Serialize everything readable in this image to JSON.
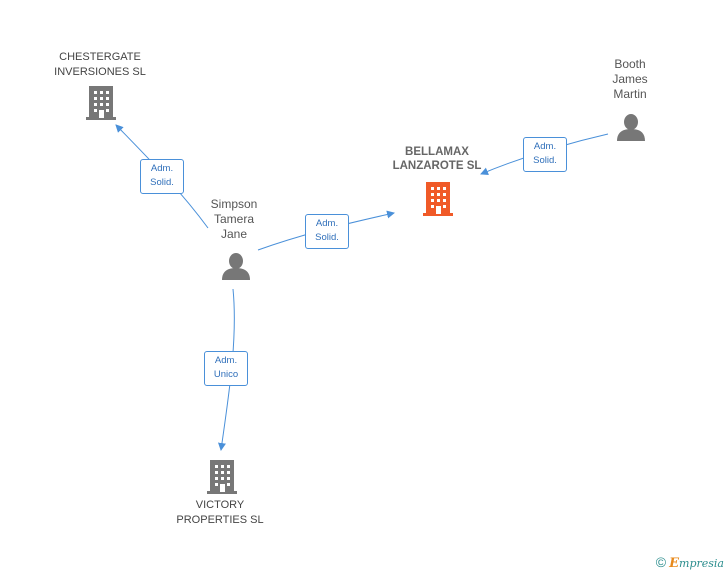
{
  "nodes": {
    "chestergate": {
      "line1": "CHESTERGATE",
      "line2": "INVERSIONES SL"
    },
    "bellamax": {
      "line1": "BELLAMAX",
      "line2": "LANZAROTE SL"
    },
    "victory": {
      "line1": "VICTORY",
      "line2": "PROPERTIES SL"
    },
    "simpson": {
      "line1": "Simpson",
      "line2": "Tamera",
      "line3": "Jane"
    },
    "booth": {
      "line1": "Booth",
      "line2": "James",
      "line3": "Martin"
    }
  },
  "relations": {
    "simpson_chestergate": {
      "line1": "Adm.",
      "line2": "Solid."
    },
    "simpson_bellamax": {
      "line1": "Adm.",
      "line2": "Solid."
    },
    "booth_bellamax": {
      "line1": "Adm.",
      "line2": "Solid."
    },
    "simpson_victory": {
      "line1": "Adm.",
      "line2": "Unico"
    }
  },
  "colors": {
    "focus_company": "#f05a28",
    "company": "#777777",
    "person": "#777777",
    "edge": "#4a90d9"
  },
  "footer": {
    "copyright": "©",
    "brand_initial": "E",
    "brand_rest": "mpresia"
  }
}
